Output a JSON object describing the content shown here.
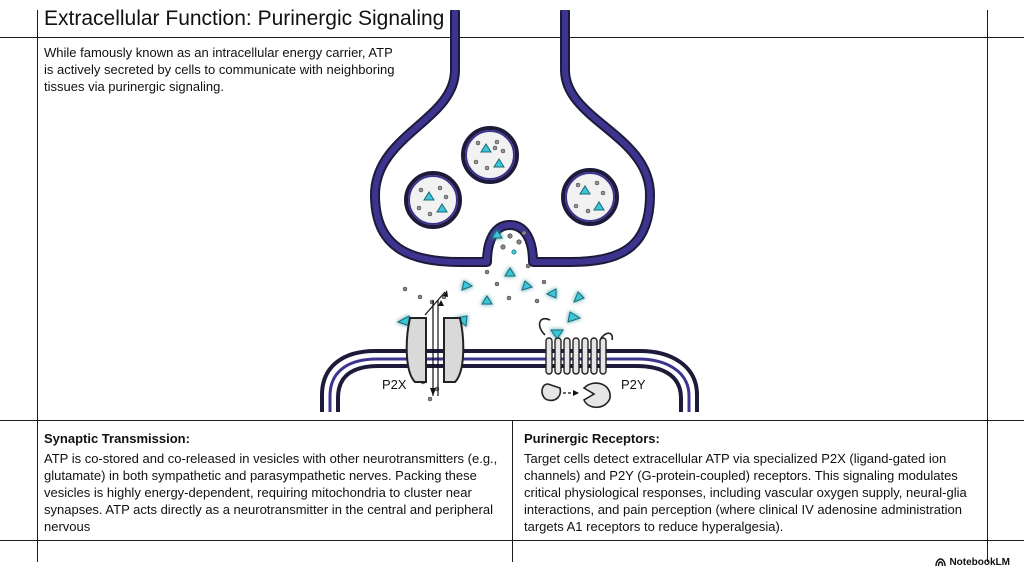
{
  "header": {
    "title": "Extracellular Function: Purinergic Signaling"
  },
  "intro": {
    "text": "While famously known as an intracellular energy carrier, ATP is actively secreted by cells to communicate with neighboring tissues via purinergic signaling."
  },
  "diagram": {
    "labels": {
      "p2x": "P2X",
      "p2y": "P2Y"
    },
    "colors": {
      "membrane": "#3d3490",
      "atp": "#3cc6d9",
      "vesicle_fill": "#f2f2f2",
      "receptor": "#d9d9d9"
    }
  },
  "panels": {
    "left": {
      "title": "Synaptic Transmission:",
      "body": "ATP is co-stored and co-released in vesicles with other neurotransmitters (e.g., glutamate) in both sympathetic and parasympathetic nerves. Packing these vesicles is highly energy-dependent, requiring mitochondria to cluster near synapses. ATP acts directly as a neurotransmitter in the central and peripheral nervous"
    },
    "right": {
      "title": "Purinergic Receptors:",
      "body": "Target cells detect extracellular ATP via specialized P2X (ligand-gated ion channels) and P2Y (G-protein-coupled) receptors. This signaling modulates critical physiological responses, including vascular oxygen supply, neural-glia interactions, and pain perception (where clinical IV adenosine administration targets A1 receptors to reduce hyperalgesia)."
    }
  },
  "brand": {
    "name": "NotebookLM"
  }
}
